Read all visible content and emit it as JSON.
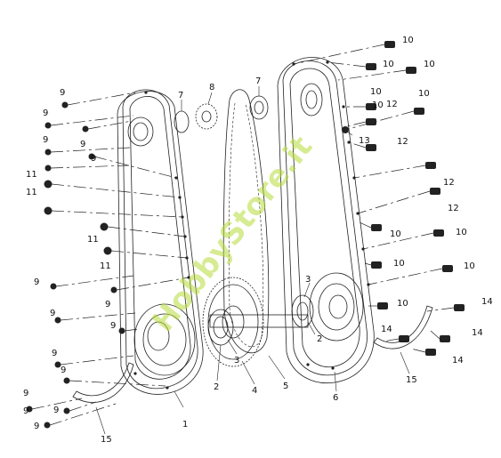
{
  "watermark": "HobbyStore.it",
  "labels": {
    "l1": "1",
    "l2a": "2",
    "l2b": "2",
    "l3a": "3",
    "l3b": "3",
    "l4": "4",
    "l5": "5",
    "l6": "6",
    "l7a": "7",
    "l7b": "7",
    "l8": "8",
    "l9a": "9",
    "l9b": "9",
    "l9c": "9",
    "l9d": "9",
    "l9e": "9",
    "l9f": "9",
    "l9g": "9",
    "l9h": "9",
    "l9i": "9",
    "l9j": "9",
    "l9k": "9",
    "l9l": "9",
    "l9m": "9",
    "l9n": "9",
    "l10a": "10",
    "l10b": "10",
    "l10c": "10",
    "l10d": "10",
    "l10e": "10",
    "l10f": "10",
    "l10g": "10",
    "l10h": "10",
    "l10i": "10",
    "l10j": "10",
    "l10k": "10",
    "l11a": "11",
    "l11b": "11",
    "l11c": "11",
    "l11d": "11",
    "l12a": "12",
    "l12b": "12",
    "l12c": "12",
    "l12d": "12",
    "l13": "13",
    "l14a": "14",
    "l14b": "14",
    "l14c": "14",
    "l14d": "14",
    "l15a": "15",
    "l15b": "15"
  }
}
